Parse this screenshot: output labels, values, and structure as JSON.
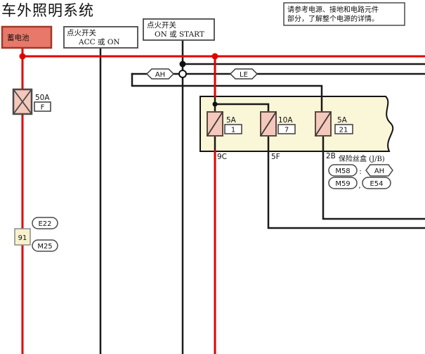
{
  "title": "车外照明系统",
  "note": {
    "line1": "请参考电源、接地和电路元件",
    "line2": "部分，了解整个电源的详情。"
  },
  "power_sources": {
    "battery": {
      "label": "蓄电池"
    },
    "ignition_acc": {
      "line1": "点火开关",
      "line2": "ACC 或 ON"
    },
    "ignition_on_start": {
      "line1": "点火开关",
      "line2": "ON 或 START"
    }
  },
  "bus_connectors": {
    "ah": "AH",
    "le": "LE"
  },
  "fusible_link": {
    "rating": "50A",
    "id": "F"
  },
  "junction_box": {
    "label": "保险丝盒 (J/B)",
    "row1": {
      "left": "M58",
      "sep": ":",
      "right": "AH"
    },
    "row2": {
      "left": "M59",
      "sep": ",",
      "right": "E54"
    },
    "fuses": [
      {
        "rating": "5A",
        "id": "1",
        "pin": "9C"
      },
      {
        "rating": "10A",
        "id": "7",
        "pin": "5F"
      },
      {
        "rating": "5A",
        "id": "21",
        "pin": "2B"
      }
    ]
  },
  "pass_through": {
    "id": "91",
    "top": "E22",
    "bottom": "M25"
  },
  "colors": {
    "wire_red": "#e10000",
    "wire_black": "#1a1a1a",
    "battery_fill": "#e8796a",
    "battery_border": "#9e3a28",
    "fuse_fill": "#f4c8bb",
    "fuse_border": "#5c4a42",
    "jb_fill": "#faf6d8",
    "pass_box_fill": "#f7f2cc"
  }
}
